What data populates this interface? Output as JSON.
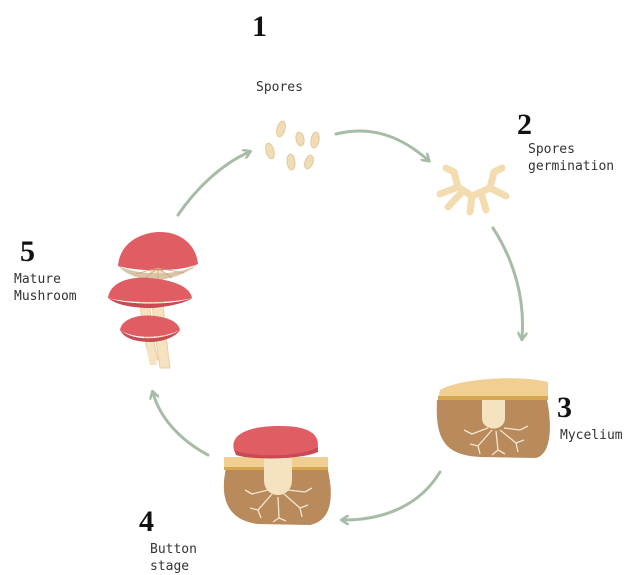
{
  "stages": [
    {
      "number": "1",
      "label": "Spores"
    },
    {
      "number": "2",
      "label": "Spores\ngermination"
    },
    {
      "number": "3",
      "label": "Mycelium"
    },
    {
      "number": "4",
      "label": "Button\nstage"
    },
    {
      "number": "5",
      "label": "Mature\nMushroom"
    }
  ],
  "colors": {
    "arrow": "#a7bca6",
    "cap": "#e05d64",
    "cap_shadow": "#c94a53",
    "gills": "#d9c4a5",
    "stem": "#f5e2c0",
    "spore": "#f0dcb6",
    "soil": "#b88a5c",
    "soil_top": "#f1cf93",
    "roots": "#f4e6d0"
  }
}
